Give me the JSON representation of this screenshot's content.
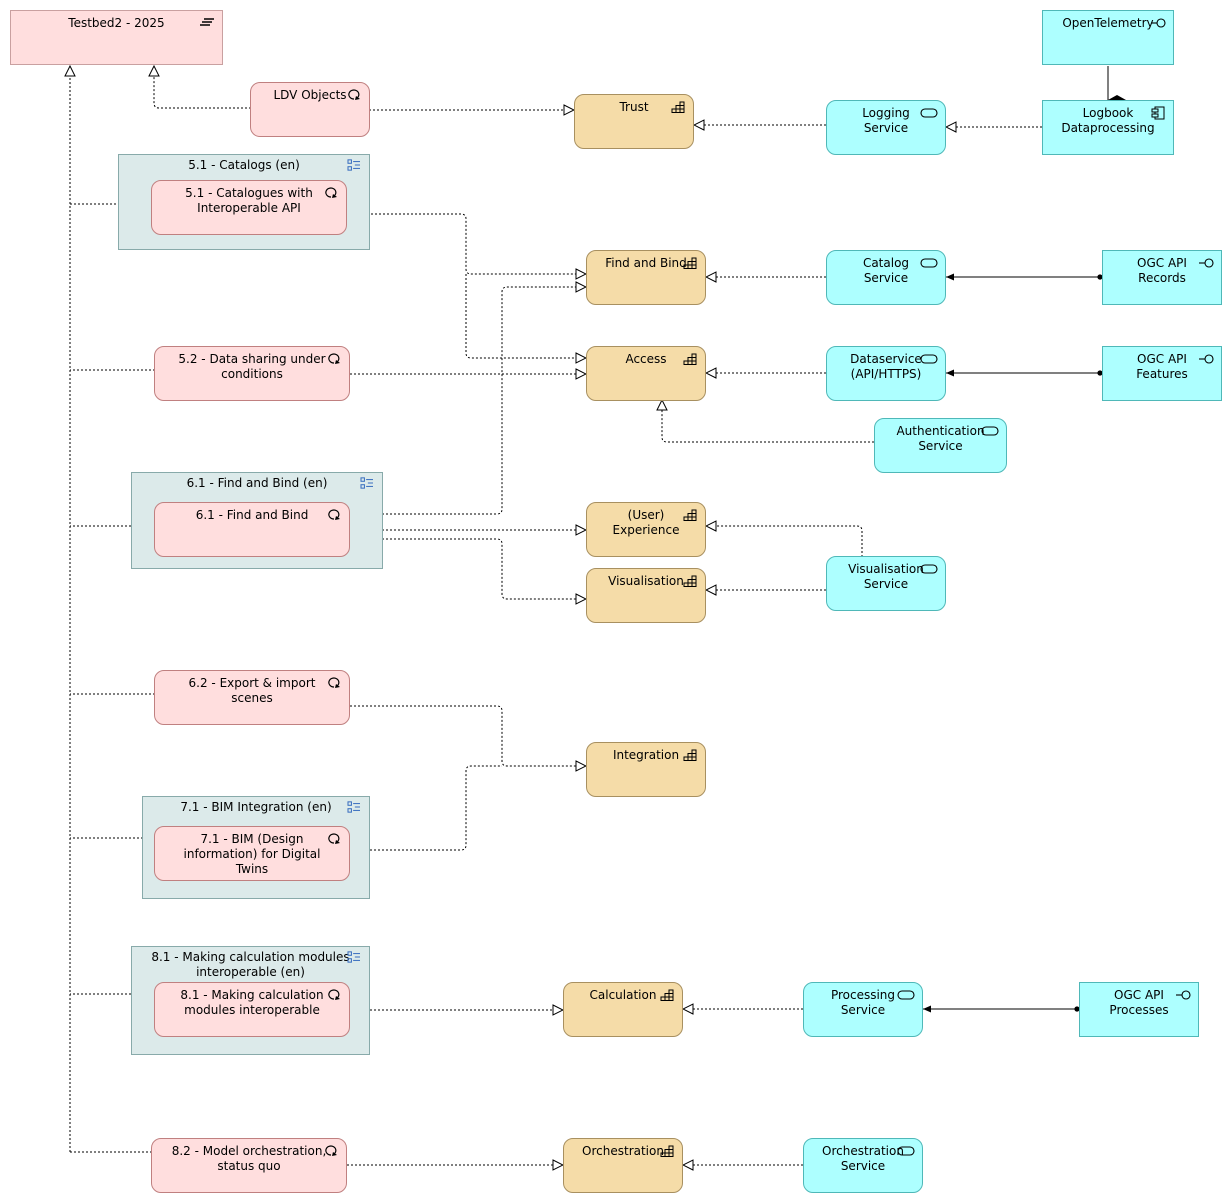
{
  "plateau": {
    "title": "Testbed2 - 2025"
  },
  "groups": [
    {
      "title": "5.1 - Catalogs (en)"
    },
    {
      "title": "6.1 - Find and Bind (en)"
    },
    {
      "title": "7.1 - BIM Integration (en)"
    },
    {
      "title": "8.1 - Making calculation modules\ninteroperable (en)"
    }
  ],
  "work_packages": [
    {
      "label": "LDV Objects"
    },
    {
      "label": "5.1 - Catalogues with\nInteroperable API"
    },
    {
      "label": "5.2 - Data sharing under\nconditions"
    },
    {
      "label": "6.1 -  Find and Bind"
    },
    {
      "label": "6.2 - Export & import scenes"
    },
    {
      "label": "7.1 - BIM (Design\ninformation) for Digital Twins"
    },
    {
      "label": "8.1 - Making calculation\nmodules interoperable"
    },
    {
      "label": "8.2 - Model orchestration,\nstatus quo"
    }
  ],
  "capabilities": [
    {
      "label": "Trust"
    },
    {
      "label": "Find and Bind"
    },
    {
      "label": "Access"
    },
    {
      "label": "(User)\nExperience"
    },
    {
      "label": "Visualisation"
    },
    {
      "label": "Integration"
    },
    {
      "label": "Calculation"
    },
    {
      "label": "Orchestration"
    }
  ],
  "services": [
    {
      "label": "Logging\nService"
    },
    {
      "label": "Catalog\nService"
    },
    {
      "label": "Dataservice\n(API/HTTPS)"
    },
    {
      "label": "Authentication\nService"
    },
    {
      "label": "Visualisation\nService"
    },
    {
      "label": "Processing\nService"
    },
    {
      "label": "Orchestration\nService"
    }
  ],
  "interfaces": [
    {
      "label": "OpenTelemetry"
    },
    {
      "label": "OGC API\nRecords"
    },
    {
      "label": "OGC API\nFeatures"
    },
    {
      "label": "OGC API\nProcesses"
    }
  ],
  "components": [
    {
      "label": "Logbook\nDataprocessing"
    }
  ],
  "icons": {
    "plateau": "plateau-icon",
    "group": "grouping-icon",
    "work_package": "work-package-icon",
    "capability": "capability-icon",
    "service": "service-icon",
    "interface": "interface-icon",
    "component": "component-icon"
  },
  "colors": {
    "plateau": "#ffdede",
    "work_package": "#ffdede",
    "capability": "#f5dca8",
    "service": "#adffff",
    "interface": "#adffff",
    "group": "#dceaea"
  }
}
